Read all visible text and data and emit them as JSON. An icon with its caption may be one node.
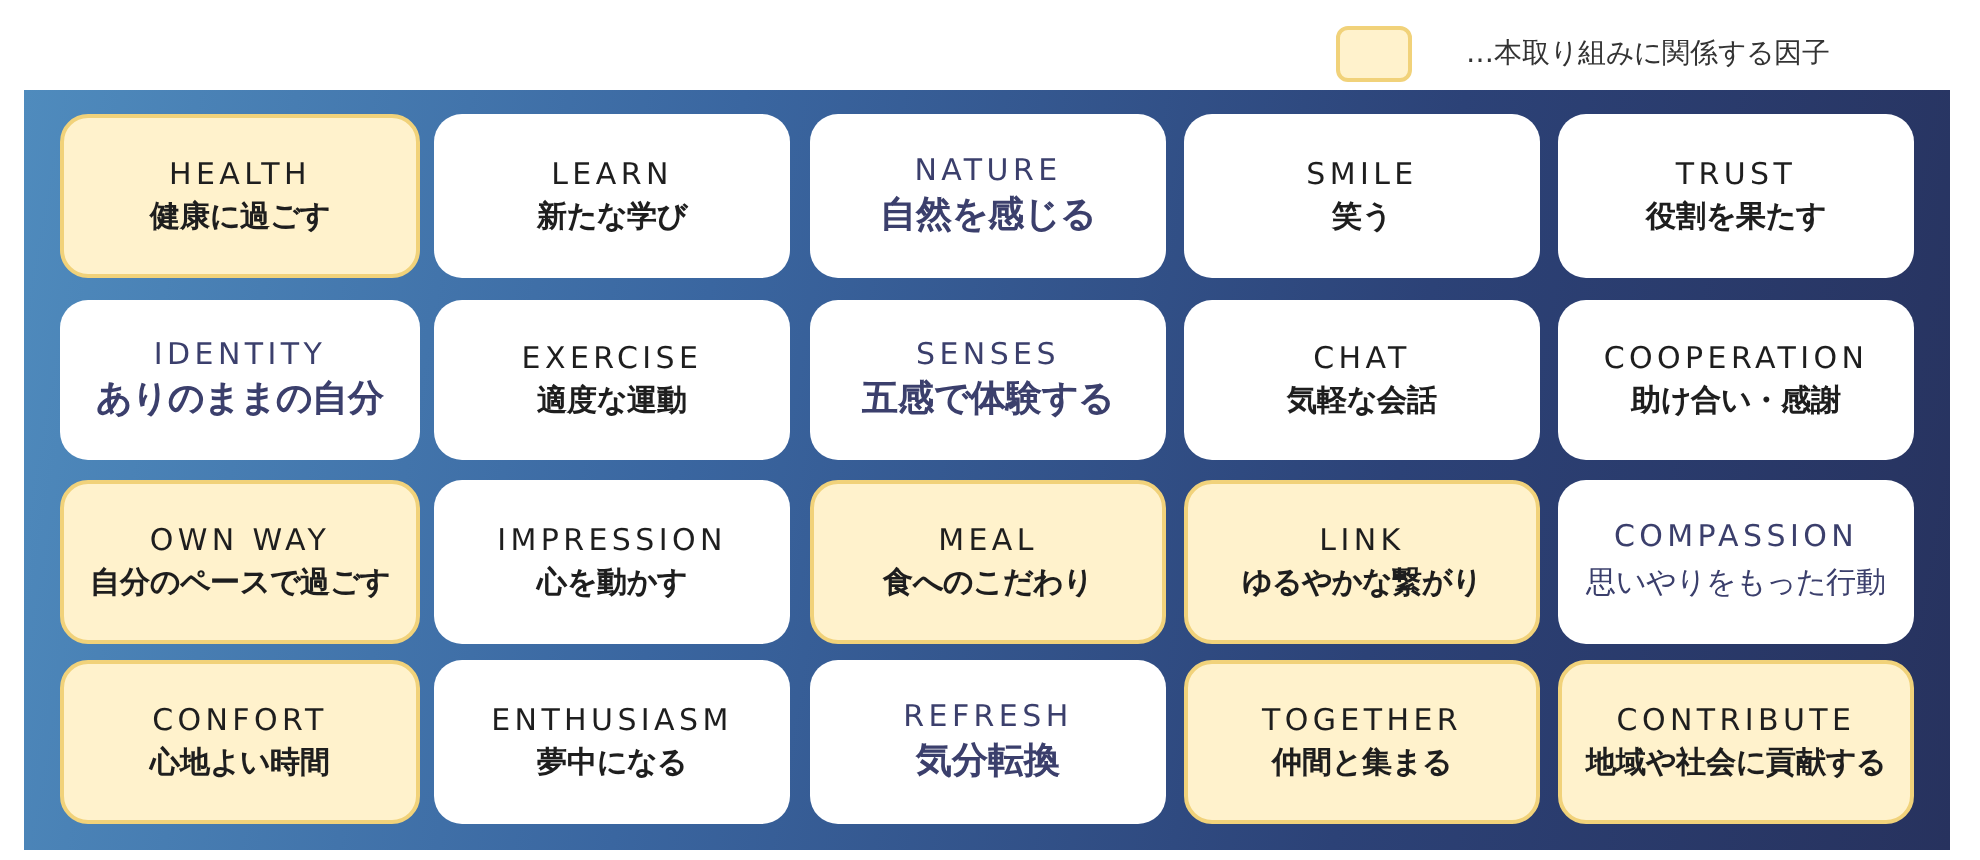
{
  "diagram": {
    "nodes": [
      {
        "text": [],
        "shape": "box"
      },
      {
        "text": [
          "HEALTH",
          "健康に過ごす"
        ],
        "in": 0
      },
      {
        "text": [
          "LEARN",
          "新たな学び"
        ],
        "in": 0
      },
      {
        "text": [
          "NATURE",
          "自然を感じる"
        ],
        "in": 0
      },
      {
        "text": [
          "SMILE",
          "笑う"
        ],
        "in": 0
      },
      {
        "text": [
          "TRUST",
          "役割を果たす"
        ],
        "in": 0
      },
      {
        "text": [
          "IDENTITY",
          "ありのままの自分"
        ],
        "in": 0
      },
      {
        "text": [
          "EXERCISE",
          "適度な運動"
        ],
        "in": 0
      },
      {
        "text": [
          "SENSES",
          "五感で体験する"
        ],
        "in": 0
      },
      {
        "text": [
          "CHAT",
          "気軽な会話"
        ],
        "in": 0
      },
      {
        "text": [
          "COOPERATION",
          "助け合い・感謝"
        ],
        "in": 0
      },
      {
        "text": [
          "OWN WAY",
          "自分のペースで過ごす"
        ],
        "in": 0
      },
      {
        "text": [
          "IMPRESSION",
          "心を動かす"
        ],
        "in": 0
      },
      {
        "text": [
          "MEAL",
          "食へのこだわり"
        ],
        "in": 0
      },
      {
        "text": [
          "LINK",
          "ゆるやかな繋がり"
        ],
        "in": 0
      },
      {
        "text": [
          "COMPASSION",
          "思いやりをもった行動"
        ],
        "in": 0
      },
      {
        "text": [
          "CONFORT",
          "心地よい時間"
        ],
        "in": 0
      },
      {
        "text": [
          "ENTHUSIASM",
          "夢中になる"
        ],
        "in": 0
      },
      {
        "text": [
          "REFRESH",
          "気分転換"
        ],
        "in": 0
      },
      {
        "text": [
          "TOGETHER",
          "仲間と集まる"
        ],
        "in": 0
      },
      {
        "text": [
          "CONTRIBUTE",
          "地域や社会に貢献する"
        ],
        "in": 0
      }
    ],
    "legend": [
      {
        "text": "…本取り組みに関係する因子",
        "color": "#fff2cc"
      }
    ]
  }
}
